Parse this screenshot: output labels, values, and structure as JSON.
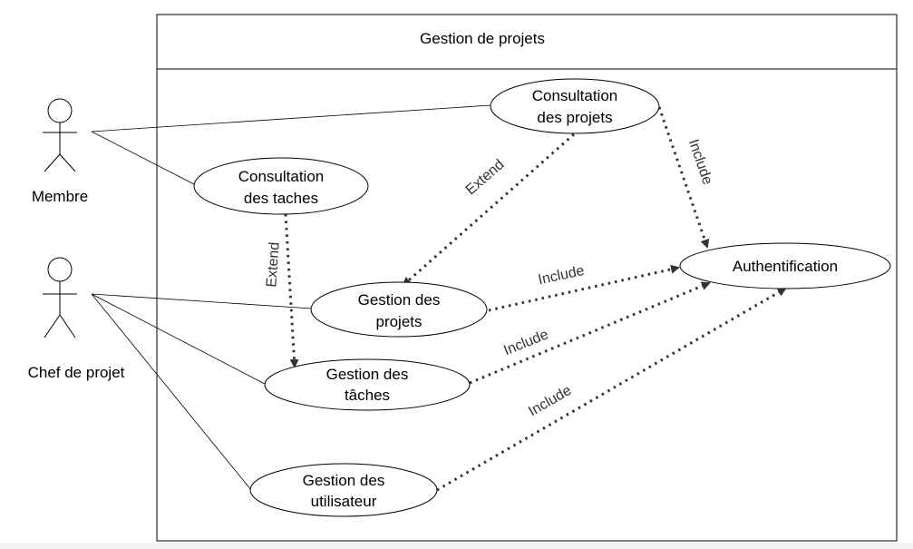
{
  "system": {
    "title": "Gestion de projets"
  },
  "actors": [
    {
      "id": "membre",
      "label": "Membre"
    },
    {
      "id": "chef",
      "label": "Chef de projet"
    }
  ],
  "use_cases": {
    "consultation_projets": [
      "Consultation",
      "des projets"
    ],
    "consultation_taches": [
      "Consultation",
      "des taches"
    ],
    "gestion_projets": [
      "Gestion des",
      "projets"
    ],
    "gestion_taches": [
      "Gestion des",
      "tâches"
    ],
    "gestion_utilisateur": [
      "Gestion des",
      "utilisateur"
    ],
    "authentification": [
      "Authentification"
    ]
  },
  "relations": {
    "extend_projets": "Extend",
    "extend_taches": "Extend",
    "include_consultation": "Include",
    "include_projets": "Include",
    "include_taches": "Include",
    "include_utilisateur": "Include"
  },
  "colors": {
    "line": "#000000",
    "dotted": "#333333",
    "label": "#333333"
  }
}
